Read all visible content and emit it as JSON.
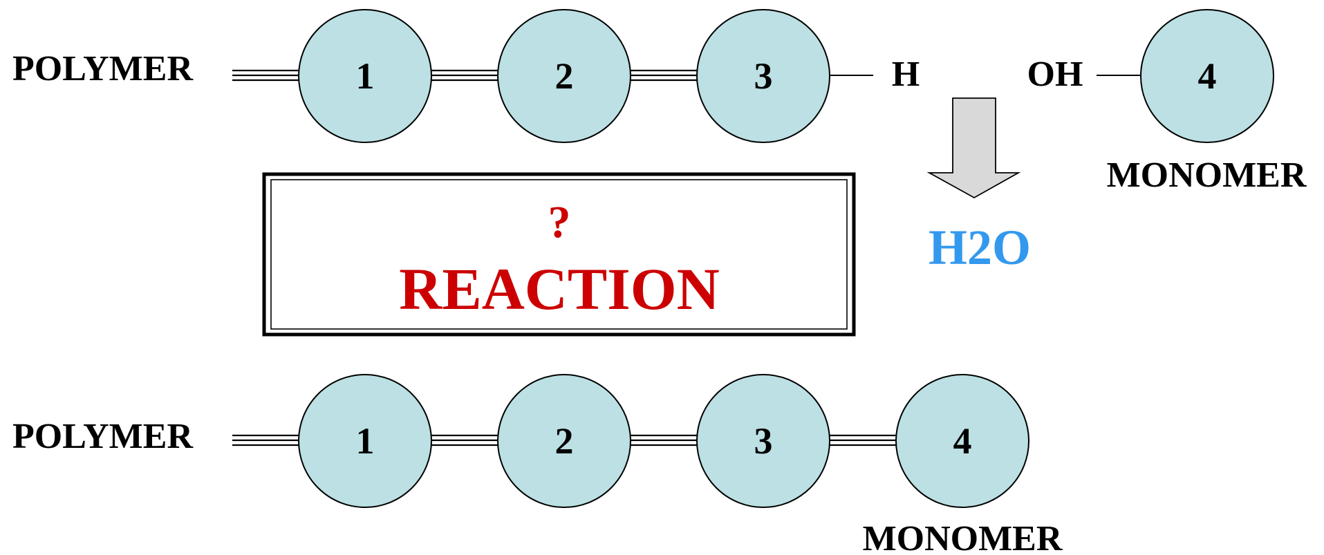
{
  "colors": {
    "circle_fill": "#bce0e3",
    "stroke": "#000000",
    "reaction_red": "#cc0000",
    "water_blue": "#3399ee",
    "arrow_fill": "#d9d9d9"
  },
  "top_chain": {
    "polymer_label": "POLYMER",
    "units": [
      "1",
      "2",
      "3"
    ],
    "end_group": "H"
  },
  "free_monomer": {
    "end_group": "OH",
    "unit": "4",
    "label": "MONOMER"
  },
  "reaction_box": {
    "question": "?",
    "title": "REACTION"
  },
  "byproduct": {
    "label": "H2O"
  },
  "bottom_chain": {
    "polymer_label": "POLYMER",
    "units": [
      "1",
      "2",
      "3",
      "4"
    ],
    "monomer_label": "MONOMER"
  }
}
